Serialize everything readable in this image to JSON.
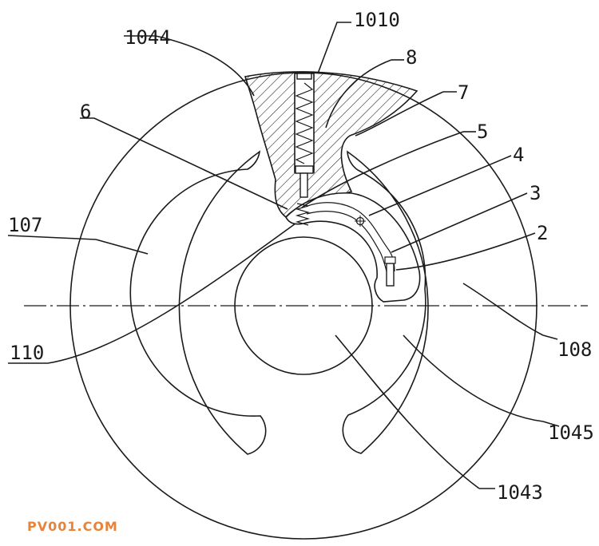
{
  "labels": {
    "l1010": "1010",
    "l1044": "1044",
    "l8": "8",
    "l7": "7",
    "l6": "6",
    "l5": "5",
    "l4": "4",
    "l3": "3",
    "l2": "2",
    "l107": "107",
    "l110": "110",
    "l108": "108",
    "l1045": "1045",
    "l1043": "1043"
  },
  "watermark": "PV001.COM",
  "colors": {
    "line": "#1a1a1a",
    "watermark": "#e8833a",
    "background": "#ffffff"
  }
}
